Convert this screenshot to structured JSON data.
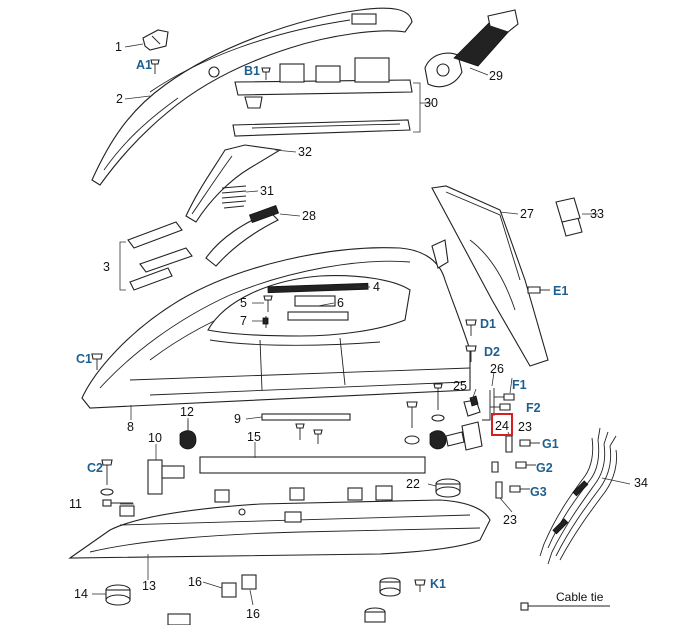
{
  "diagram": {
    "parts": {
      "p1": "1",
      "pA1": "A1",
      "p2": "2",
      "pB1": "B1",
      "p29": "29",
      "p30": "30",
      "p32": "32",
      "p31": "31",
      "p28": "28",
      "p27": "27",
      "p33": "33",
      "p3": "3",
      "p4": "4",
      "p5": "5",
      "p6": "6",
      "p7": "7",
      "pE1": "E1",
      "pD1": "D1",
      "pD2": "D2",
      "pC1": "C1",
      "p25": "25",
      "p26": "26",
      "pF1": "F1",
      "pF2": "F2",
      "p8": "8",
      "p12": "12",
      "p9": "9",
      "p24": "24",
      "p23a": "23",
      "pG1": "G1",
      "p10": "10",
      "p15": "15",
      "pC2": "C2",
      "pG2": "G2",
      "p22": "22",
      "pG3": "G3",
      "p34": "34",
      "p11": "11",
      "p23b": "23",
      "p13": "13",
      "p14": "14",
      "p16a": "16",
      "p16b": "16",
      "pK1": "K1"
    },
    "caption_cable_tie": "Cable tie",
    "highlight_part": "24",
    "highlight_color": "#d42020",
    "label_blue": "#1f5f8f"
  }
}
